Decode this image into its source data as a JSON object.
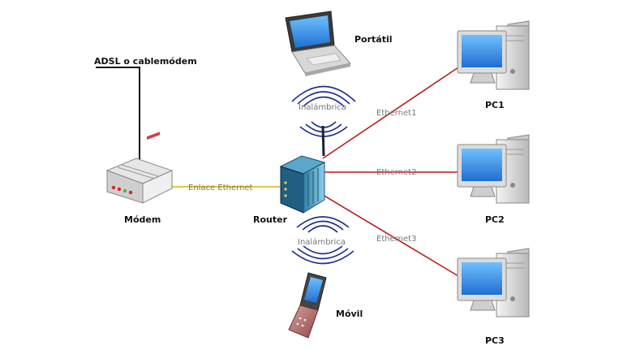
{
  "labels": {
    "isp": "ADSL o cablemódem",
    "modem": "Módem",
    "router": "Router",
    "laptop": "Portátil",
    "phone": "Móvil",
    "pc1": "PC1",
    "pc2": "PC2",
    "pc3": "PC3"
  },
  "links": {
    "modem_router": "Enlace Ethernet",
    "wireless_top": "Inalámbrica",
    "wireless_bottom": "Inalámbrica",
    "eth1": "Ethernet1",
    "eth2": "Ethernet2",
    "eth3": "Ethernet3"
  },
  "colors": {
    "ethernet_line": "#b81c1c",
    "modem_link": "#e0c84a",
    "wave": "#1c2f8c",
    "screen": "#2f8fe0"
  }
}
